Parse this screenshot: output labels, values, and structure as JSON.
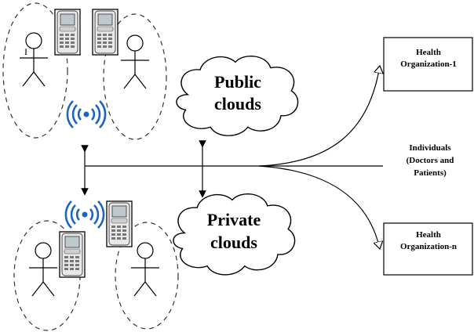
{
  "clouds": {
    "public": {
      "line1": "Public",
      "line2": "clouds"
    },
    "private": {
      "line1": "Private",
      "line2": "clouds"
    }
  },
  "organizations": {
    "org1": {
      "line1": "Health",
      "line2": "Organization-1"
    },
    "orgn": {
      "line1": "Health",
      "line2": "Organization-n"
    }
  },
  "individuals": {
    "line1": "Individuals",
    "line2": "(Doctors and",
    "line3": "Patients)"
  },
  "marks": {
    "stray_mark": "I"
  },
  "colors": {
    "line": "#000000",
    "dashed": "#333333",
    "wifi": "#1c63c9",
    "phone": "#555555"
  },
  "icons": [
    "person-icon",
    "mobile-phone-icon",
    "wifi-signal-icon",
    "cloud-icon",
    "arrow-icon"
  ]
}
